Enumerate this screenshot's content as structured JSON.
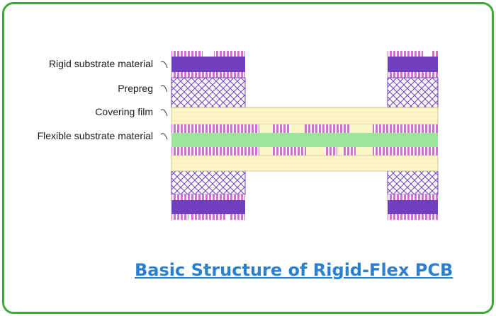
{
  "labels": {
    "rigid": "Rigid substrate material",
    "prepreg": "Prepreg",
    "covering": "Covering film",
    "flexible": "Flexible substrate material"
  },
  "caption": "Basic Structure of Rigid-Flex PCB",
  "colors": {
    "frame": "#3aaa35",
    "rigid_substrate": "#6f3fbf",
    "copper_stripe": "#d46fd4",
    "prepreg_hatch": "#6f3fbf",
    "covering_film": "#fbf6c8",
    "flexible_core": "#9be49b",
    "caption": "#2b7fd0"
  }
}
